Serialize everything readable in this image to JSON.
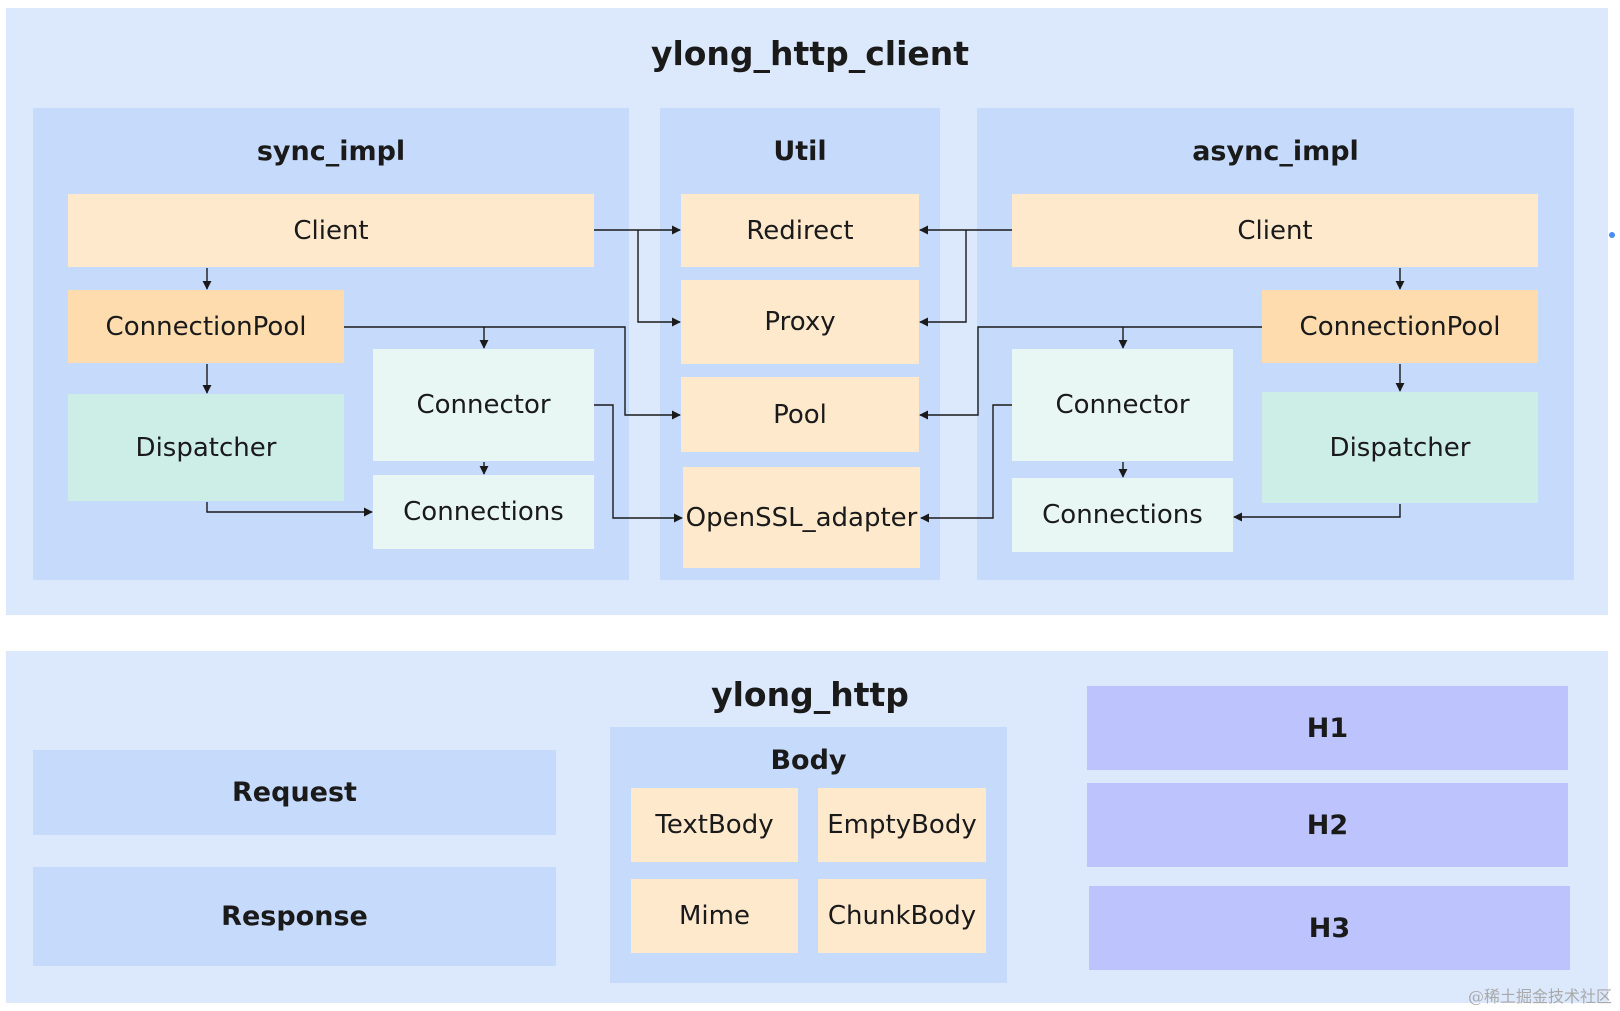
{
  "client_section": {
    "title": "ylong_http_client",
    "sync": {
      "title": "sync_impl",
      "client": "Client",
      "connection_pool": "ConnectionPool",
      "dispatcher": "Dispatcher",
      "connector": "Connector",
      "connections": "Connections"
    },
    "util": {
      "title": "Util",
      "redirect": "Redirect",
      "proxy": "Proxy",
      "pool": "Pool",
      "openssl": "OpenSSL_adapter"
    },
    "async": {
      "title": "async_impl",
      "client": "Client",
      "connection_pool": "ConnectionPool",
      "connector": "Connector",
      "dispatcher": "Dispatcher",
      "connections": "Connections"
    }
  },
  "http_section": {
    "title": "ylong_http",
    "request": "Request",
    "response": "Response",
    "body": {
      "title": "Body",
      "text_body": "TextBody",
      "empty_body": "EmptyBody",
      "mime": "Mime",
      "chunk_body": "ChunkBody"
    },
    "h1": "H1",
    "h2": "H2",
    "h3": "H3"
  },
  "watermark": "@稀土掘金技术社区",
  "colors": {
    "outer_panel": "#dce8fc",
    "inner_panel": "#c6dafb",
    "cream": "#fee9cd",
    "orange": "#fedcae",
    "mint": "#cdeee6",
    "pale_mint": "#e8f6f4",
    "violet": "#bcc3fd",
    "line": "#1a1a1a"
  }
}
